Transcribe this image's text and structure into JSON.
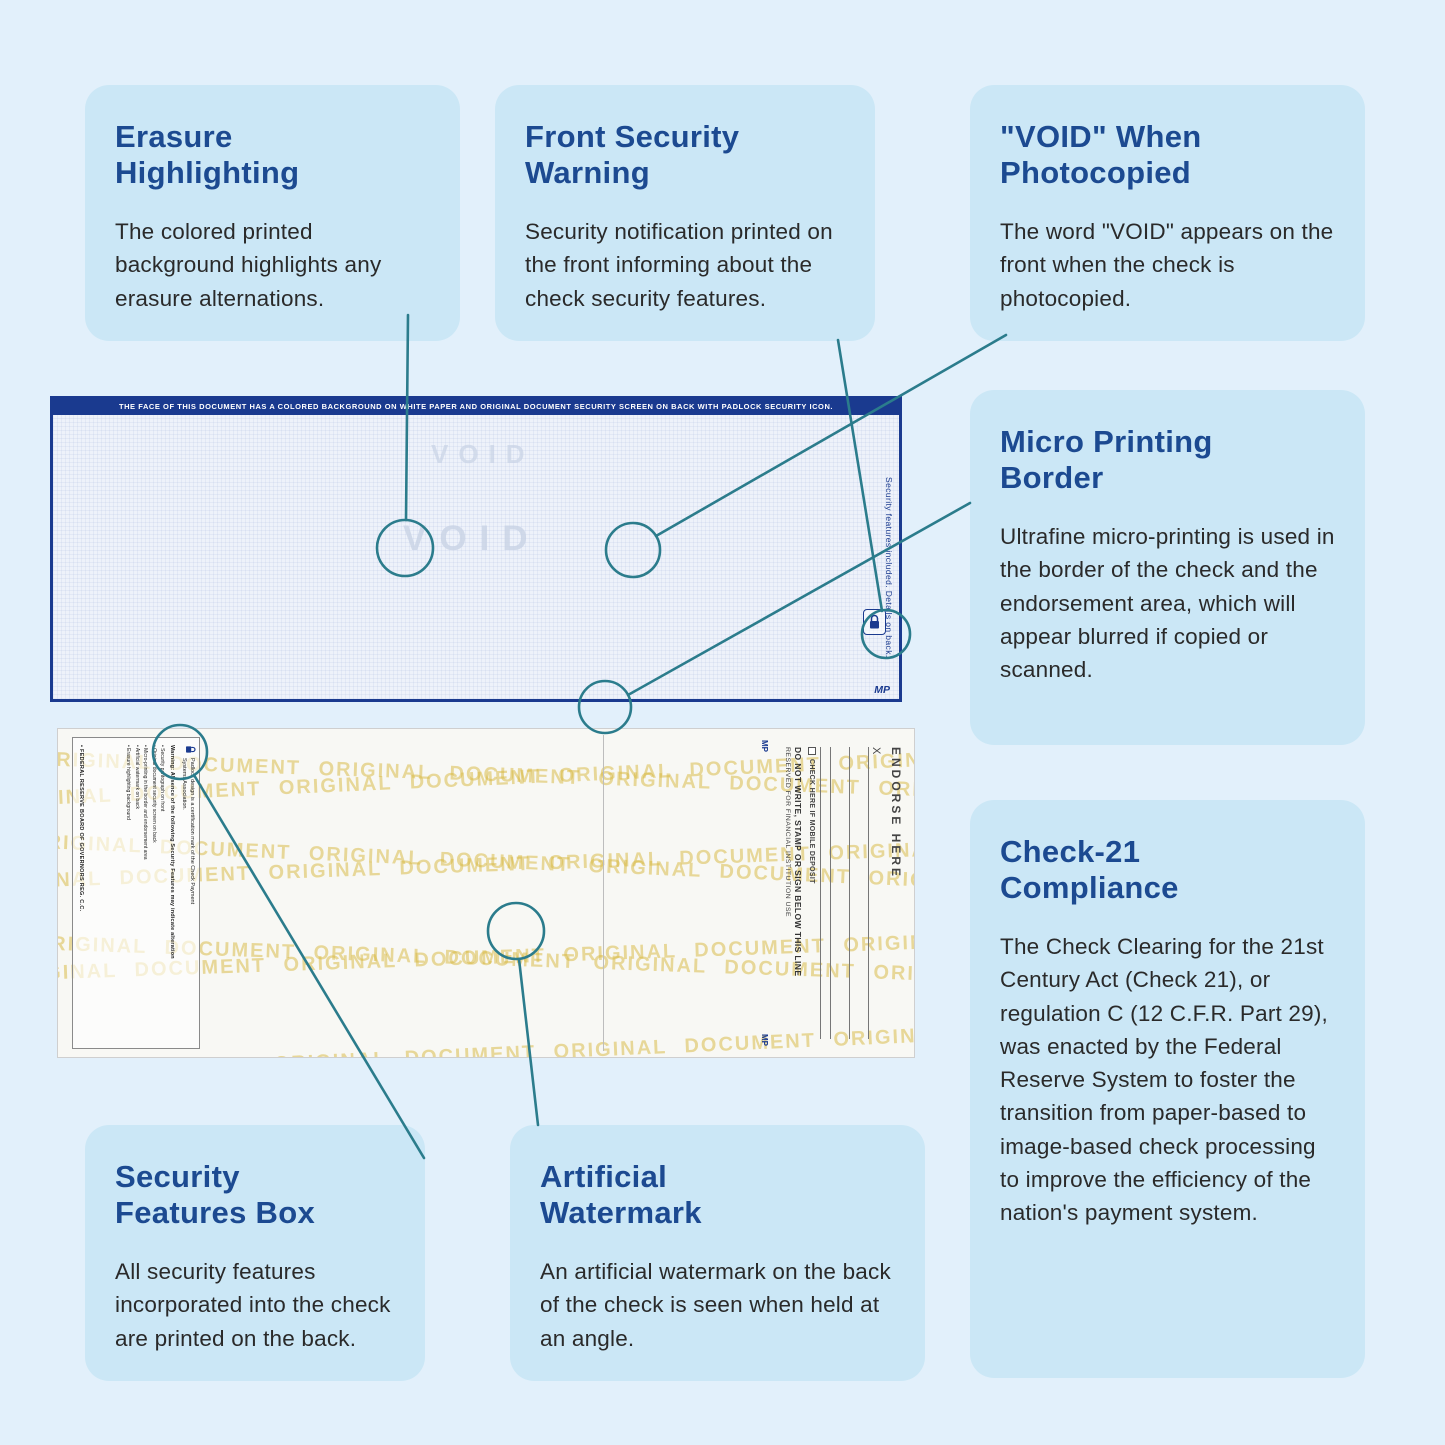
{
  "colors": {
    "page_bg": "#e2f0fb",
    "card_bg": "#cbe7f6",
    "heading": "#1c4a91",
    "body_text": "#2a2a2a",
    "accent": "#2b7c8c",
    "check_navy": "#1a3a8f",
    "wm_yellow": "#d8b83e"
  },
  "cards": [
    {
      "title": "Erasure\nHighlighting",
      "body": "The colored printed background highlights any erasure alternations."
    },
    {
      "title": "Front Security\nWarning",
      "body": "Security notification printed on the front informing about the check security features."
    },
    {
      "title": "\"VOID\" When\nPhotocopied",
      "body": "The word \"VOID\" appears on the front when the check is photocopied."
    },
    {
      "title": "Micro Printing\nBorder",
      "body": "Ultrafine micro-printing is used in the border of the check and the endorsement area, which will appear blurred if copied or scanned."
    },
    {
      "title": "Check-21\nCompliance",
      "body": "The Check Clearing for the 21st Century Act (Check 21), or regulation C (12 C.F.R. Part 29), was enacted by the Federal Reserve System to foster the transition from paper-based to image-based check processing to improve the efficiency of the nation's payment system."
    },
    {
      "title": "Security\nFeatures Box",
      "body": "All security features incorporated into the check are printed on the back."
    },
    {
      "title": "Artificial\nWatermark",
      "body": "An artificial watermark on the back of the check is seen when held at an angle."
    }
  ],
  "check_front": {
    "top_bar_text": "THE FACE OF THIS DOCUMENT HAS A COLORED BACKGROUND ON WHITE PAPER AND ORIGINAL DOCUMENT SECURITY SCREEN ON BACK WITH PADLOCK SECURITY ICON.",
    "void_text": "VOID",
    "side_text": "Security features included. Details on back.",
    "mp_label": "MP"
  },
  "check_back": {
    "watermark_text": "ORIGINAL DOCUMENT",
    "endorse_label": "ENDORSE HERE",
    "endorse_x": "X",
    "mobile_deposit": "CHECK HERE IF MOBILE DEPOSIT",
    "do_not_write": "DO NOT WRITE, STAMP OR SIGN BELOW THIS LINE",
    "reserved": "RESERVED FOR FINANCIAL INSTITUTION USE",
    "mp_label": "MP",
    "security_box": {
      "cert": "Padlock design is a certification mark of the Check Payment Systems Association.",
      "warning": "Warning: Absence of the following Security Features may indicate alteration",
      "items": [
        "• Security pantograph on front",
        "• Original document security screen on back",
        "• Micro-printing in the border and endorsement area",
        "• Artificial watermark on back",
        "• Erasure highlighting background"
      ],
      "footer": "• FEDERAL RESERVE BOARD OF GOVERNORS REG. C.C."
    }
  }
}
